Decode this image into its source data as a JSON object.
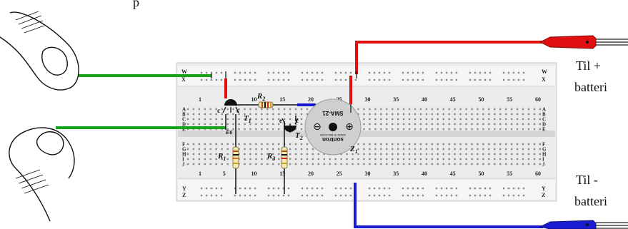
{
  "board": {
    "top_rail_rows": [
      "W",
      "X"
    ],
    "bottom_rail_rows": [
      "Y",
      "Z"
    ],
    "upper_rows": [
      "A",
      "B",
      "C",
      "D",
      "E"
    ],
    "lower_rows": [
      "F",
      "G",
      "H",
      "I",
      "J"
    ],
    "top_column_numbers": [
      "1",
      "10",
      "15",
      "20",
      "25",
      "30",
      "35",
      "40",
      "45",
      "50",
      "55",
      "60"
    ],
    "bottom_column_numbers": [
      "1",
      "5",
      "10",
      "15",
      "20",
      "25",
      "30",
      "35",
      "40",
      "45",
      "50",
      "55",
      "60"
    ]
  },
  "labels": {
    "t1": "T",
    "t1_sub": "1",
    "t2": "T",
    "t2_sub": "2",
    "r1": "R",
    "r1_sub": "1",
    "r2": "R",
    "r2_sub": "2",
    "r3": "R",
    "r3_sub": "3",
    "z1": "Z",
    "z1_sub": "1",
    "e6": "E6",
    "c": "c",
    "e": "e",
    "buzzer_model": "SMA-21",
    "buzzer_brand": "sontron",
    "buzzer_made": "MADE IN BELGIUM",
    "minus_symbol": "⊖",
    "plus_symbol": "⊕",
    "plus_label_line1": "Til +",
    "plus_label_line2": "batteri",
    "minus_label_line1": "Til -",
    "minus_label_line2": "batteri",
    "top_text_fragment": "p"
  },
  "colors": {
    "green_wire": "#1aa31a",
    "red_wire": "#e01010",
    "blue_wire": "#1a1ad0",
    "board": "#ececec",
    "rail": "#f4f4f4"
  }
}
